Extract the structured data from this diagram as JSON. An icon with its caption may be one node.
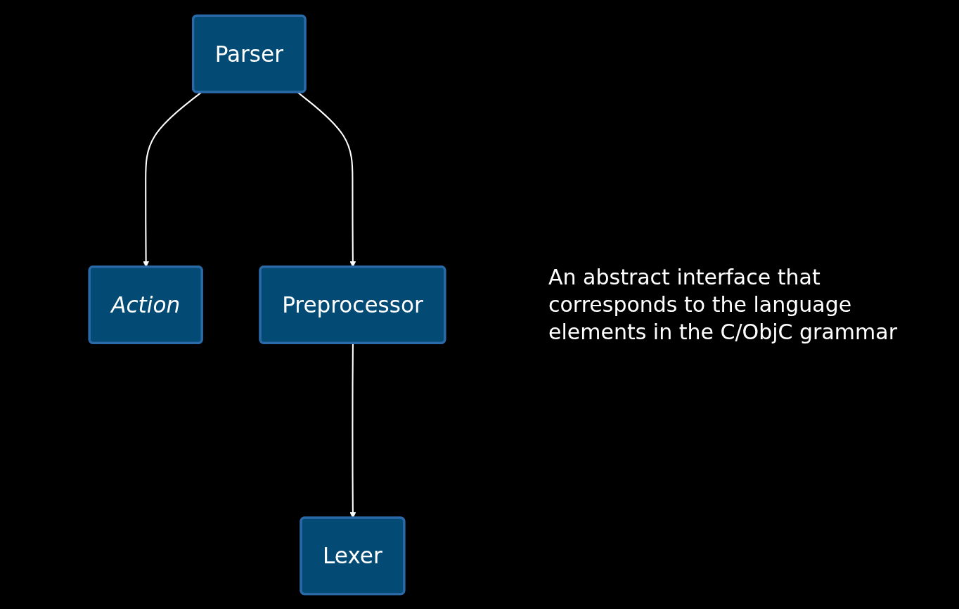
{
  "diagram": {
    "nodes": [
      {
        "text": [
          "Parser"
        ]
      },
      {
        "text": [
          "Action"
        ]
      },
      {
        "text": [
          "Preprocessor"
        ]
      },
      {
        "text": [
          "Lexer"
        ]
      }
    ],
    "edges": [
      {
        "from": 0,
        "to": 1,
        "arrow": "to"
      },
      {
        "from": 0,
        "to": 2,
        "arrow": "to"
      },
      {
        "from": 2,
        "to": 3,
        "arrow": "to"
      }
    ],
    "labels": [
      "An abstract interface that corresponds to the language elements in the C/ObjC grammar"
    ]
  }
}
